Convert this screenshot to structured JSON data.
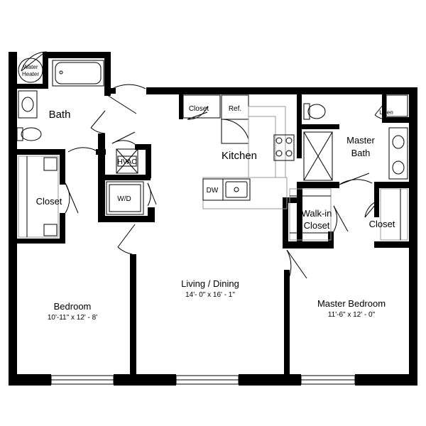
{
  "rooms": {
    "water_heater": {
      "line1": "Water",
      "line2": "Heater"
    },
    "bath": "Bath",
    "closet_small": "Closet",
    "refrigerator": "Ref.",
    "kitchen": "Kitchen",
    "master_bath": {
      "line1": "Master",
      "line2": "Bath"
    },
    "linen": "Linen",
    "hvac": "HVAC",
    "washer_dryer": "W/D",
    "dishwasher": "DW",
    "closet_left": "Closet",
    "walk_in_closet": {
      "line1": "Walk-in",
      "line2": "Closet"
    },
    "closet_right": "Closet",
    "living_dining": {
      "name": "Living / Dining",
      "dims": "14'- 0\" x 16' - 1\""
    },
    "bedroom": {
      "name": "Bedroom",
      "dims": "10'-11\" x 12' - 8'"
    },
    "master_bedroom": {
      "name": "Master Bedroom",
      "dims": "11'-6\" x 12' - 0\""
    }
  }
}
